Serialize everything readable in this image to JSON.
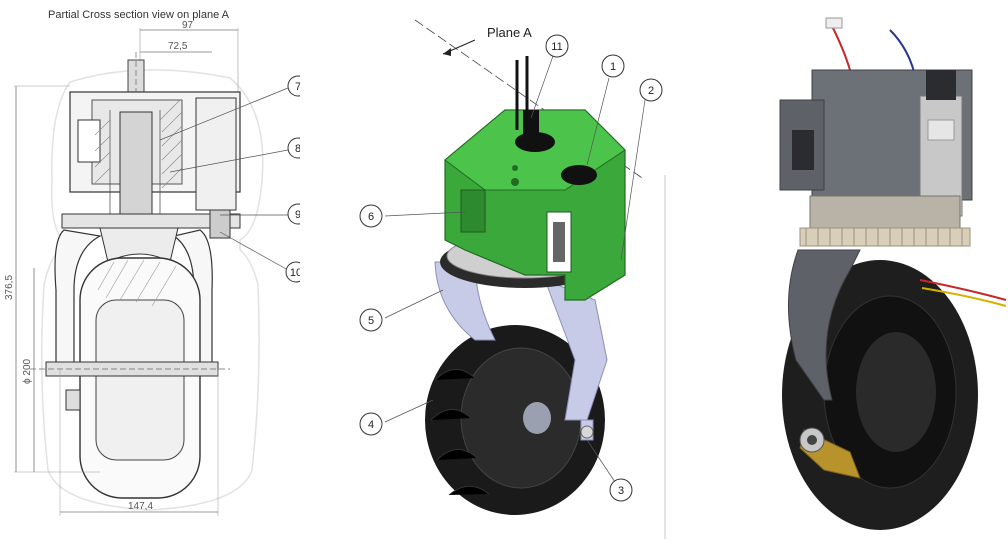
{
  "left_panel": {
    "title": "Partial Cross section view on plane A",
    "dims": {
      "top_width": "97",
      "inner_width": "72,5",
      "height": "376,5",
      "wheel_dia": "ϕ 200",
      "base_width": "147,4"
    },
    "callouts": [
      "7",
      "8",
      "9",
      "10"
    ]
  },
  "middle_panel": {
    "plane_label": "Plane A",
    "callouts": [
      "11",
      "1",
      "2",
      "6",
      "5",
      "4",
      "3"
    ]
  },
  "colors": {
    "body_green": "#3aa83a",
    "fork_lilac": "#c8cbe8",
    "tire": "#1a1a1a",
    "photo_gray": "#6c7077",
    "gear_beige": "#d9cfb8"
  }
}
